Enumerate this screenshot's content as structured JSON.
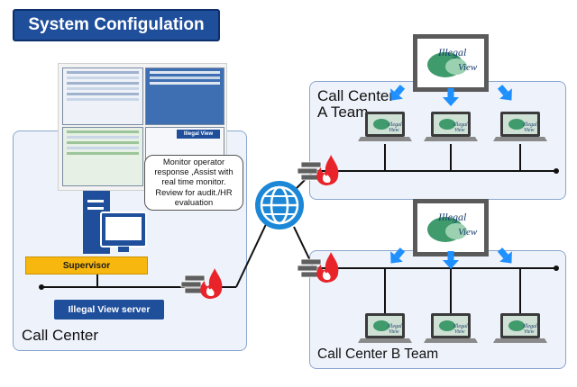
{
  "title": "System Configulation",
  "call_center": {
    "label": "Call Center",
    "supervisor_label": "Supervisor",
    "server_label": "Illegal View server",
    "callout_text": "Monitor operator\nresponse ,Assist with\nreal time monitor.\nReview for audit./HR\nevaluation",
    "screenshot_badge": "Illegal View"
  },
  "team_a": {
    "label_line1": "Call Center",
    "label_line2": "A Team"
  },
  "team_b": {
    "label": "Call Center B Team"
  },
  "logo_text": "Illegal View",
  "colors": {
    "title_bg": "#1f4e9b",
    "panel_bg": "#eef3fb",
    "panel_border": "#8aa6cf",
    "supervisor": "#f7b70f",
    "arrow": "#1e90ff",
    "firewall_flame": "#e8232a",
    "globe": "#1b87d6"
  }
}
